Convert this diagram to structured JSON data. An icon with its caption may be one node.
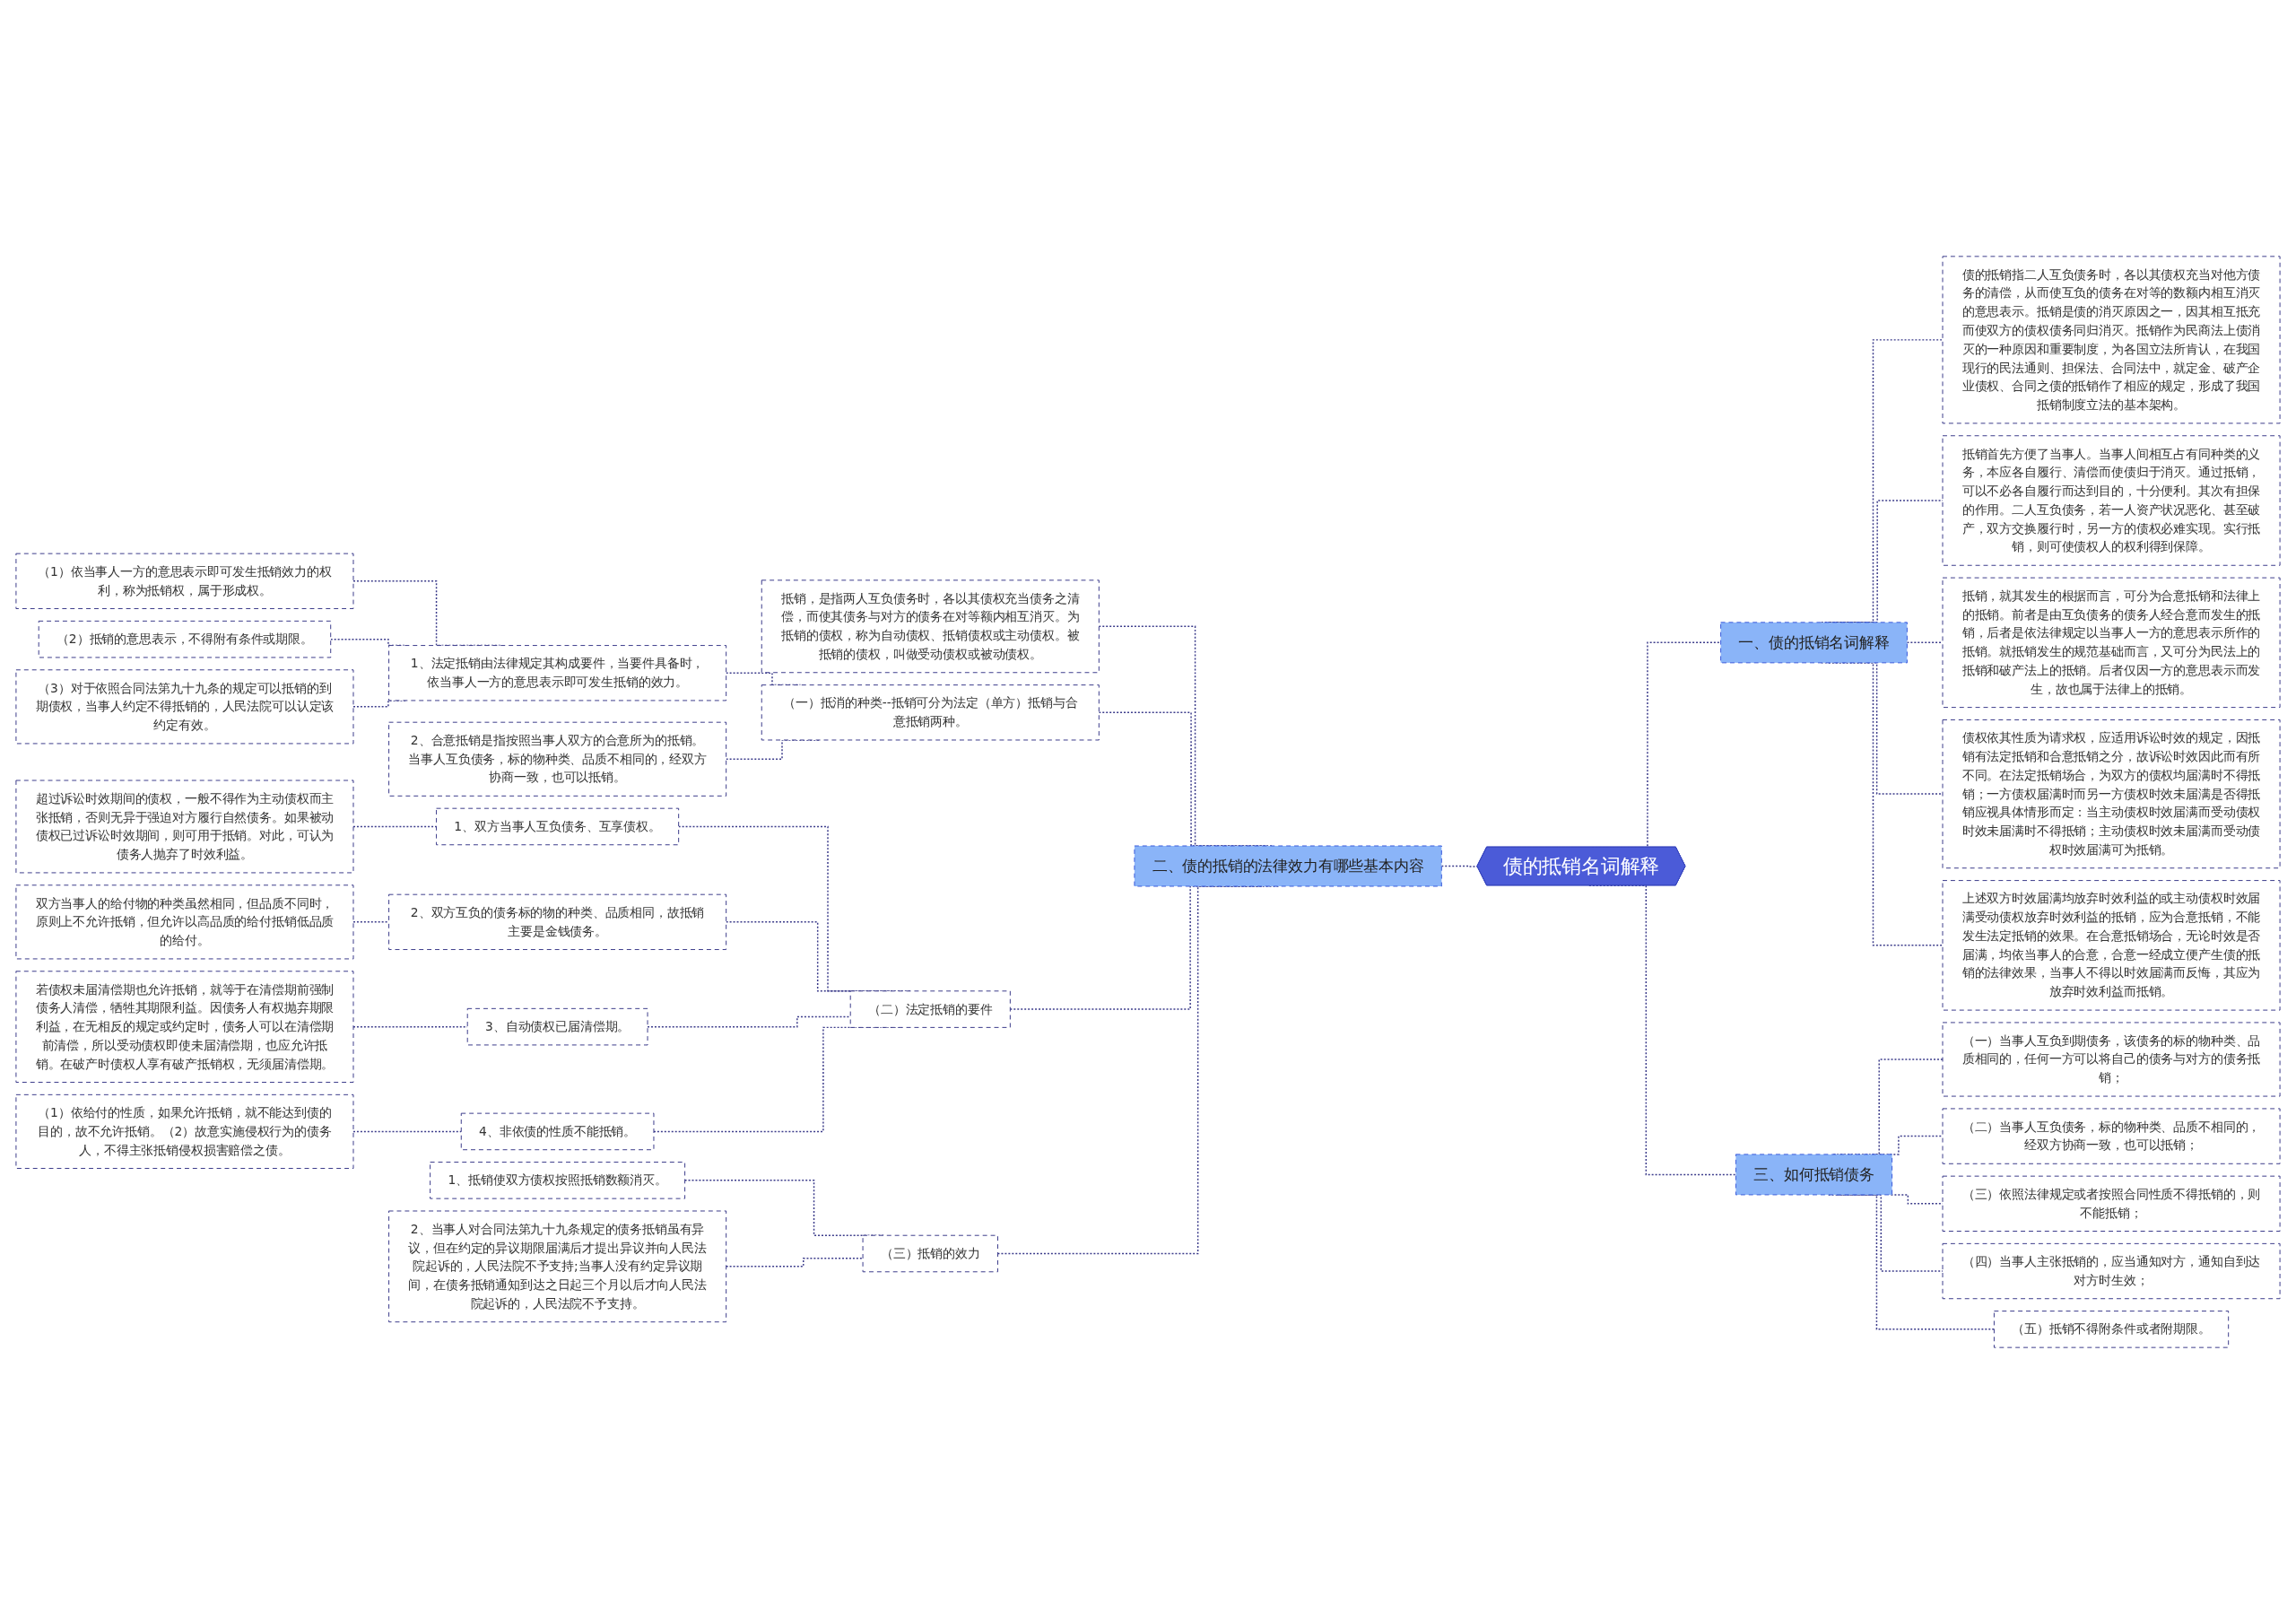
{
  "diagram": {
    "nodes": [
      {
        "text": [
          "债的抵销名词解释"
        ]
      },
      {
        "text": [
          "二、债的抵销的法律效力有哪些基本内容"
        ]
      },
      {
        "text": [
          "抵销，是指两人互负债务时，各以其债权充当债务之清偿，而使其债务与对方的债务在对等额内相互消灭。为抵销的债权，称为自动债权、抵销债权或主动债权。被抵销的债权，叫做受动债权或被动债权。"
        ]
      },
      {
        "text": [
          "（一）抵消的种类--抵销可分为法定（单方）抵销与合意抵销两种。"
        ]
      },
      {
        "text": [
          "1、法定抵销由法律规定其构成要件，当要件具备时，依当事人一方的意思表示即可发生抵销的效力。"
        ]
      },
      {
        "text": [
          "（1）依当事人一方的意思表示即可发生抵销效力的权利，称为抵销权，属于形成权。"
        ]
      },
      {
        "text": [
          "（2）抵销的意思表示，不得附有条件或期限。"
        ]
      },
      {
        "text": [
          "（3）对于依照合同法第九十九条的规定可以抵销的到期债权，当事人约定不得抵销的，人民法院可以认定该约定有效。"
        ]
      },
      {
        "text": [
          "2、合意抵销是指按照当事人双方的合意所为的抵销。当事人互负债务，标的物种类、品质不相同的，经双方协商一致，也可以抵销。"
        ]
      },
      {
        "text": [
          "（二）法定抵销的要件"
        ]
      },
      {
        "text": [
          "1、双方当事人互负债务、互享债权。"
        ]
      },
      {
        "text": [
          "超过诉讼时效期间的债权，一般不得作为主动债权而主张抵销，否则无异于强迫对方履行自然债务。如果被动债权已过诉讼时效期间，则可用于抵销。对此，可认为债务人抛弃了时效利益。"
        ]
      },
      {
        "text": [
          "2、双方互负的债务标的物的种类、品质相同，故抵销主要是金钱债务。"
        ]
      },
      {
        "text": [
          "双方当事人的给付物的种类虽然相同，但品质不同时，原则上不允许抵销，但允许以高品质的给付抵销低品质的给付。"
        ]
      },
      {
        "text": [
          "3、自动债权已届清偿期。"
        ]
      },
      {
        "text": [
          "若债权未届清偿期也允许抵销，就等于在清偿期前强制债务人清偿，牺牲其期限利益。因债务人有权抛弃期限利益，在无相反的规定或约定时，债务人可以在清偿期前清偿，所以受动债权即使未届清偿期，也应允许抵销。在破产时债权人享有破产抵销权，无须届清偿期。"
        ]
      },
      {
        "text": [
          "4、非依债的性质不能抵销。"
        ]
      },
      {
        "text": [
          "（1）依给付的性质，如果允许抵销，就不能达到债的目的，故不允许抵销。（2）故意实施侵权行为的债务人，不得主张抵销侵权损害赔偿之债。"
        ]
      },
      {
        "text": [
          "（三）抵销的效力"
        ]
      },
      {
        "text": [
          "1、抵销使双方债权按照抵销数额消灭。"
        ]
      },
      {
        "text": [
          "2、当事人对合同法第九十九条规定的债务抵销虽有异议，但在约定的异议期限届满后才提出异议并向人民法院起诉的，人民法院不予支持;当事人没有约定异议期间，在债务抵销通知到达之日起三个月以后才向人民法院起诉的，人民法院不予支持。"
        ]
      },
      {
        "text": [
          "一、债的抵销名词解释"
        ]
      },
      {
        "text": [
          "债的抵销指二人互负债务时，各以其债权充当对他方债务的清偿，从而使互负的债务在对等的数额内相互消灭的意思表示。抵销是债的消灭原因之一，因其相互抵充而使双方的债权债务同归消灭。抵销作为民商法上债消灭的一种原因和重要制度，为各国立法所肯认，在我国现行的民法通则、担保法、合同法中，就定金、破产企业债权、合同之债的抵销作了相应的规定，形成了我国抵销制度立法的基本架构。"
        ]
      },
      {
        "text": [
          "抵销首先方便了当事人。当事人间相互占有同种类的义务，本应各自履行、清偿而使债归于消灭。通过抵销，可以不必各自履行而达到目的，十分便利。其次有担保的作用。二人互负债务，若一人资产状况恶化、甚至破产，双方交换履行时，另一方的债权必难实现。实行抵销，则可使债权人的权利得到保障。"
        ]
      },
      {
        "text": [
          "抵销，就其发生的根据而言，可分为合意抵销和法律上的抵销。前者是由互负债务的债务人经合意而发生的抵销，后者是依法律规定以当事人一方的意思表示所作的抵销。就抵销发生的规范基础而言，又可分为民法上的抵销和破产法上的抵销。后者仅因一方的意思表示而发生，故也属于法律上的抵销。"
        ]
      },
      {
        "text": [
          "债权依其性质为请求权，应适用诉讼时效的规定，因抵销有法定抵销和合意抵销之分，故诉讼时效因此而有所不同。在法定抵销场合，为双方的债权均届满时不得抵销；一方债权届满时而另一方债权时效未届满是否得抵销应视具体情形而定：当主动债权时效届满而受动债权时效未届满时不得抵销；主动债权时效未届满而受动债权时效届满可为抵销。"
        ]
      },
      {
        "text": [
          "上述双方时效届满均放弃时效利益的或主动债权时效届满受动债权放弃时效利益的抵销，应为合意抵销，不能发生法定抵销的效果。在合意抵销场合，无论时效是否届满，均依当事人的合意，合意一经成立便产生债的抵销的法律效果，当事人不得以时效届满而反悔，其应为放弃时效利益而抵销。"
        ]
      },
      {
        "text": [
          "三、如何抵销债务"
        ]
      },
      {
        "text": [
          "（一）当事人互负到期债务，该债务的标的物种类、品质相同的，任何一方可以将自己的债务与对方的债务抵销；"
        ]
      },
      {
        "text": [
          "（二）当事人互负债务，标的物种类、品质不相同的，经双方协商一致，也可以抵销；"
        ]
      },
      {
        "text": [
          "（三）依照法律规定或者按照合同性质不得抵销的，则不能抵销；"
        ]
      },
      {
        "text": [
          "（四）当事人主张抵销的，应当通知对方，通知自到达对方时生效；"
        ]
      },
      {
        "text": [
          "（五）抵销不得附条件或者附期限。"
        ]
      }
    ],
    "edges": [
      {
        "from": 0,
        "to": 1,
        "arrow": "none",
        "style": "dashed"
      },
      {
        "from": 1,
        "to": 2,
        "arrow": "none",
        "style": "dashed"
      },
      {
        "from": 1,
        "to": 3,
        "arrow": "none",
        "style": "dashed"
      },
      {
        "from": 3,
        "to": 4,
        "arrow": "none",
        "style": "dashed"
      },
      {
        "from": 4,
        "to": 5,
        "arrow": "none",
        "style": "dashed"
      },
      {
        "from": 4,
        "to": 6,
        "arrow": "none",
        "style": "dashed"
      },
      {
        "from": 4,
        "to": 7,
        "arrow": "none",
        "style": "dashed"
      },
      {
        "from": 3,
        "to": 8,
        "arrow": "none",
        "style": "dashed"
      },
      {
        "from": 1,
        "to": 9,
        "arrow": "none",
        "style": "dashed"
      },
      {
        "from": 9,
        "to": 10,
        "arrow": "none",
        "style": "dashed"
      },
      {
        "from": 10,
        "to": 11,
        "arrow": "none",
        "style": "dashed"
      },
      {
        "from": 9,
        "to": 12,
        "arrow": "none",
        "style": "dashed"
      },
      {
        "from": 12,
        "to": 13,
        "arrow": "none",
        "style": "dashed"
      },
      {
        "from": 9,
        "to": 14,
        "arrow": "none",
        "style": "dashed"
      },
      {
        "from": 14,
        "to": 15,
        "arrow": "none",
        "style": "dashed"
      },
      {
        "from": 9,
        "to": 16,
        "arrow": "none",
        "style": "dashed"
      },
      {
        "from": 16,
        "to": 17,
        "arrow": "none",
        "style": "dashed"
      },
      {
        "from": 1,
        "to": 18,
        "arrow": "none",
        "style": "dashed"
      },
      {
        "from": 18,
        "to": 19,
        "arrow": "none",
        "style": "dashed"
      },
      {
        "from": 18,
        "to": 20,
        "arrow": "none",
        "style": "dashed"
      },
      {
        "from": 0,
        "to": 21,
        "arrow": "none",
        "style": "dashed"
      },
      {
        "from": 21,
        "to": 22,
        "arrow": "none",
        "style": "dashed"
      },
      {
        "from": 21,
        "to": 23,
        "arrow": "none",
        "style": "dashed"
      },
      {
        "from": 21,
        "to": 24,
        "arrow": "none",
        "style": "dashed"
      },
      {
        "from": 21,
        "to": 25,
        "arrow": "none",
        "style": "dashed"
      },
      {
        "from": 21,
        "to": 26,
        "arrow": "none",
        "style": "dashed"
      },
      {
        "from": 0,
        "to": 27,
        "arrow": "none",
        "style": "dashed"
      },
      {
        "from": 27,
        "to": 28,
        "arrow": "none",
        "style": "dashed"
      },
      {
        "from": 27,
        "to": 29,
        "arrow": "none",
        "style": "dashed"
      },
      {
        "from": 27,
        "to": 30,
        "arrow": "none",
        "style": "dashed"
      },
      {
        "from": 27,
        "to": 31,
        "arrow": "none",
        "style": "dashed"
      },
      {
        "from": 27,
        "to": 32,
        "arrow": "none",
        "style": "dashed"
      }
    ]
  }
}
